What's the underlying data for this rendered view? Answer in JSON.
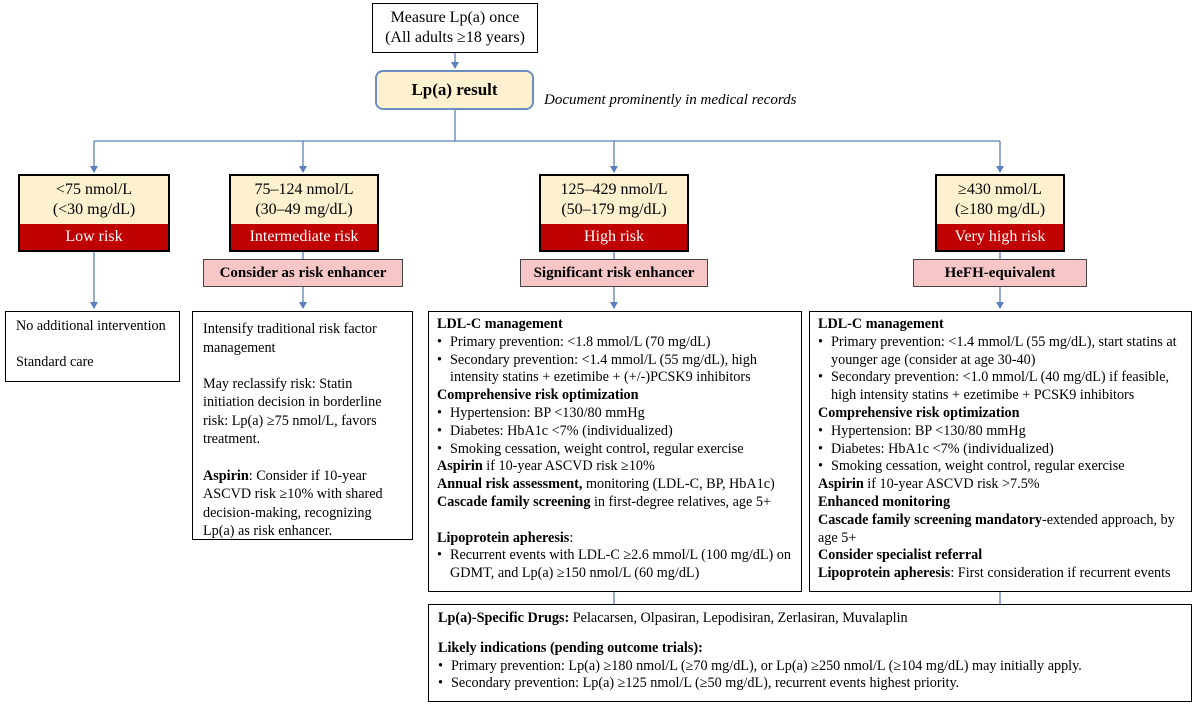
{
  "top": {
    "line1": "Measure Lp(a) once",
    "line2": "(All adults ≥18 years)"
  },
  "result": {
    "label": "Lp(a) result",
    "note": "Document prominently in medical records"
  },
  "tiers": [
    {
      "range1": "<75 nmol/L",
      "range2": "(<30 mg/dL)",
      "risk": "Low risk"
    },
    {
      "range1": "75–124 nmol/L",
      "range2": "(30–49 mg/dL)",
      "risk": "Intermediate risk",
      "enhancer": "Consider as risk enhancer"
    },
    {
      "range1": "125–429 nmol/L",
      "range2": "(50–179 mg/dL)",
      "risk": "High risk",
      "enhancer": "Significant risk enhancer"
    },
    {
      "range1": "≥430 nmol/L",
      "range2": "(≥180 mg/dL)",
      "risk": "Very high risk",
      "enhancer": "HeFH-equivalent"
    }
  ],
  "low": {
    "l1": "No additional intervention",
    "l2": "Standard care"
  },
  "intermediate": {
    "p1": "Intensify traditional risk factor management",
    "p2": "May reclassify risk: Statin initiation decision in borderline risk: Lp(a) ≥75 nmol/L, favors treatment.",
    "aspirin_b": "Aspirin",
    "aspirin_t": ": Consider if 10-year ASCVD risk ≥10% with shared decision-making, recognizing Lp(a) as risk enhancer."
  },
  "high": {
    "ldl_head": "LDL-C management",
    "ldl1": "Primary prevention: <1.8 mmol/L (70 mg/dL)",
    "ldl2": "Secondary prevention: <1.4 mmol/L (55 mg/dL), high intensity statins + ezetimibe + (+/-)PCSK9 inhibitors",
    "cro_head": "Comprehensive risk optimization",
    "cro1": "Hypertension: BP <130/80 mmHg",
    "cro2": "Diabetes: HbA1c <7% (individualized)",
    "cro3": "Smoking cessation, weight control, regular exercise",
    "asp_b": "Aspirin",
    "asp_t": " if 10-year ASCVD risk ≥10%",
    "ann_b": "Annual risk assessment,",
    "ann_t": " monitoring (LDL-C, BP, HbA1c)",
    "cas_b": "Cascade family screening",
    "cas_t": " in first-degree relatives, age 5+",
    "aph_b": "Lipoprotein apheresis",
    "aph_t": ":",
    "aph1": "Recurrent events with LDL-C ≥2.6 mmol/L (100 mg/dL) on GDMT, and Lp(a) ≥150 nmol/L (60 mg/dL)"
  },
  "veryhigh": {
    "ldl_head": "LDL-C management",
    "ldl1": "Primary prevention: <1.4 mmol/L (55 mg/dL), start statins at younger age (consider at age 30-40)",
    "ldl2": "Secondary prevention: <1.0 mmol/L (40 mg/dL) if feasible, high intensity statins + ezetimibe + PCSK9 inhibitors",
    "cro_head": "Comprehensive risk optimization",
    "cro1": "Hypertension: BP <130/80 mmHg",
    "cro2": "Diabetes: HbA1c <7% (individualized)",
    "cro3": "Smoking cessation, weight control, regular exercise",
    "asp_b": "Aspirin",
    "asp_t": " if 10-year ASCVD risk >7.5%",
    "mon_b": "Enhanced monitoring",
    "cas_b": "Cascade family screening mandatory",
    "cas_t": "-extended approach, by age 5+",
    "spec_b": "Consider specialist referral",
    "aph_b": "Lipoprotein apheresis",
    "aph_t": ": First consideration if recurrent events"
  },
  "drugs": {
    "head_b": "Lp(a)-Specific Drugs:",
    "head_t": " Pelacarsen, Olpasiran, Lepodisiran, Zerlasiran, Muvalaplin",
    "ind_head": "Likely indications (pending outcome trials):",
    "ind1": "Primary prevention: Lp(a) ≥180 nmol/L (≥70 mg/dL), or Lp(a) ≥250 nmol/L (≥104 mg/dL) may initially apply.",
    "ind2": "Secondary prevention: Lp(a) ≥125 nmol/L (≥50 mg/dL), recurrent events highest priority."
  },
  "colors": {
    "connector": "#5b7fbd",
    "risk_red": "#c00000",
    "cream": "#fdf1cf",
    "pink": "#f7c6c6"
  }
}
